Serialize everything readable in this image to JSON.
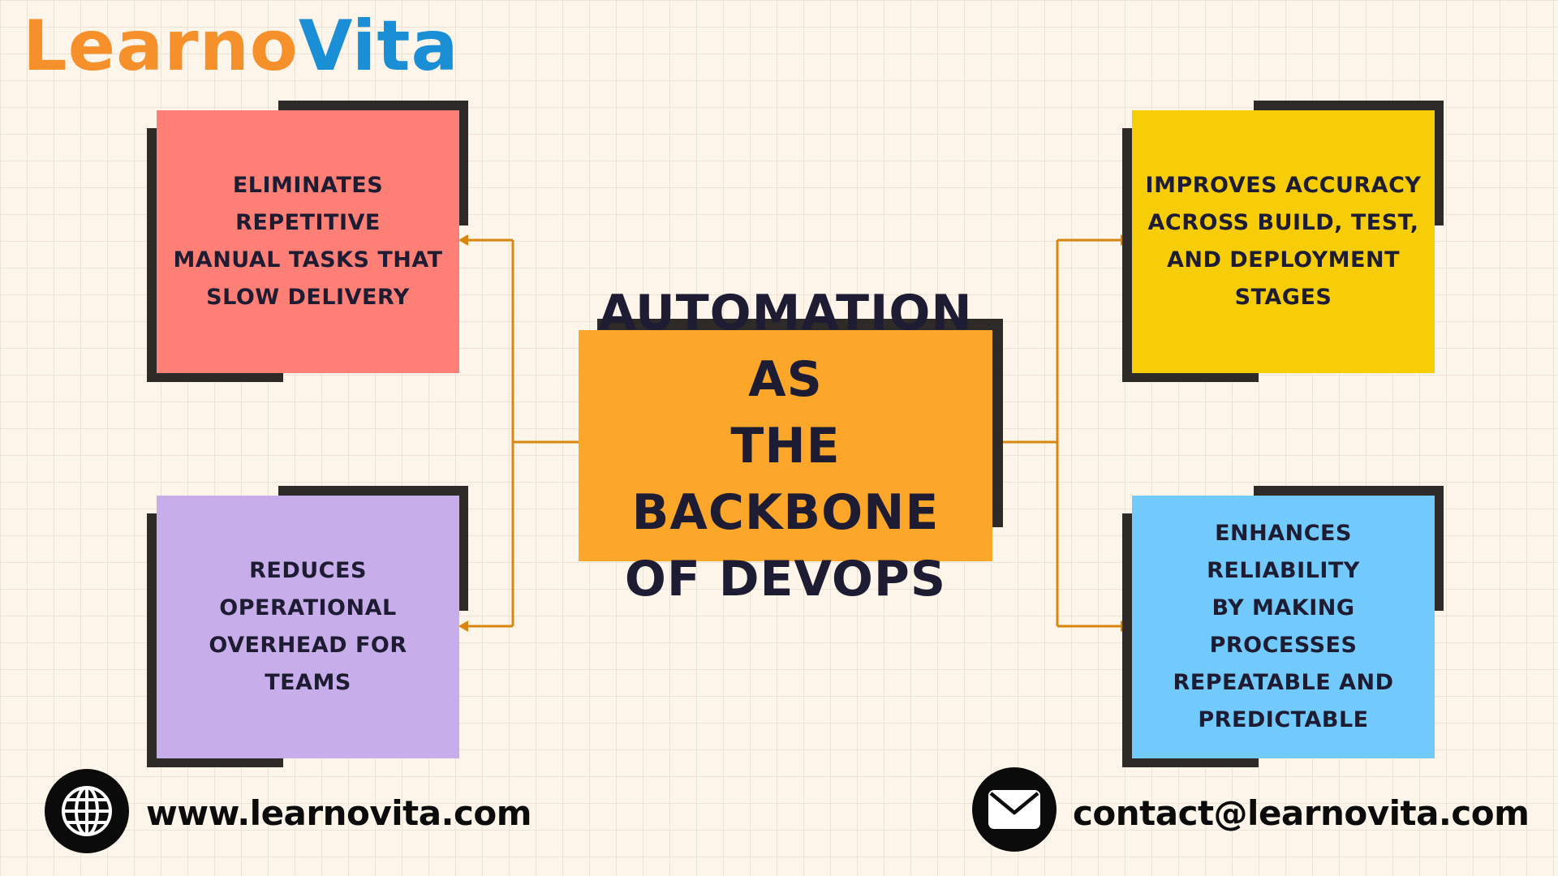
{
  "brand": {
    "logo_part1": "Learno",
    "logo_part2": "Vita",
    "color_primary": "#f5902a",
    "color_secondary": "#1a8fd6"
  },
  "center": {
    "line1": "Automation as",
    "line2": "the Backbone",
    "line3": "of DevOps",
    "color": "#fca72a"
  },
  "cards": [
    {
      "id": "left-top",
      "lines": [
        "Eliminates repetitive",
        "manual tasks that",
        "slow delivery"
      ],
      "color": "#fe7f76"
    },
    {
      "id": "left-bottom",
      "lines": [
        "Reduces operational",
        "overhead for teams"
      ],
      "color": "#c7aeea"
    },
    {
      "id": "right-top",
      "lines": [
        "Improves accuracy",
        "across build, test,",
        "and deployment",
        "stages"
      ],
      "color": "#f6cd06"
    },
    {
      "id": "right-bottom",
      "lines": [
        "Enhances reliability",
        "by making processes",
        "repeatable and",
        "predictable"
      ],
      "color": "#72cafc"
    }
  ],
  "connector_color": "#d9860f",
  "footer": {
    "website": "www.learnovita.com",
    "website_icon": "globe-icon",
    "email": "contact@learnovita.com",
    "email_icon": "envelope-icon"
  }
}
